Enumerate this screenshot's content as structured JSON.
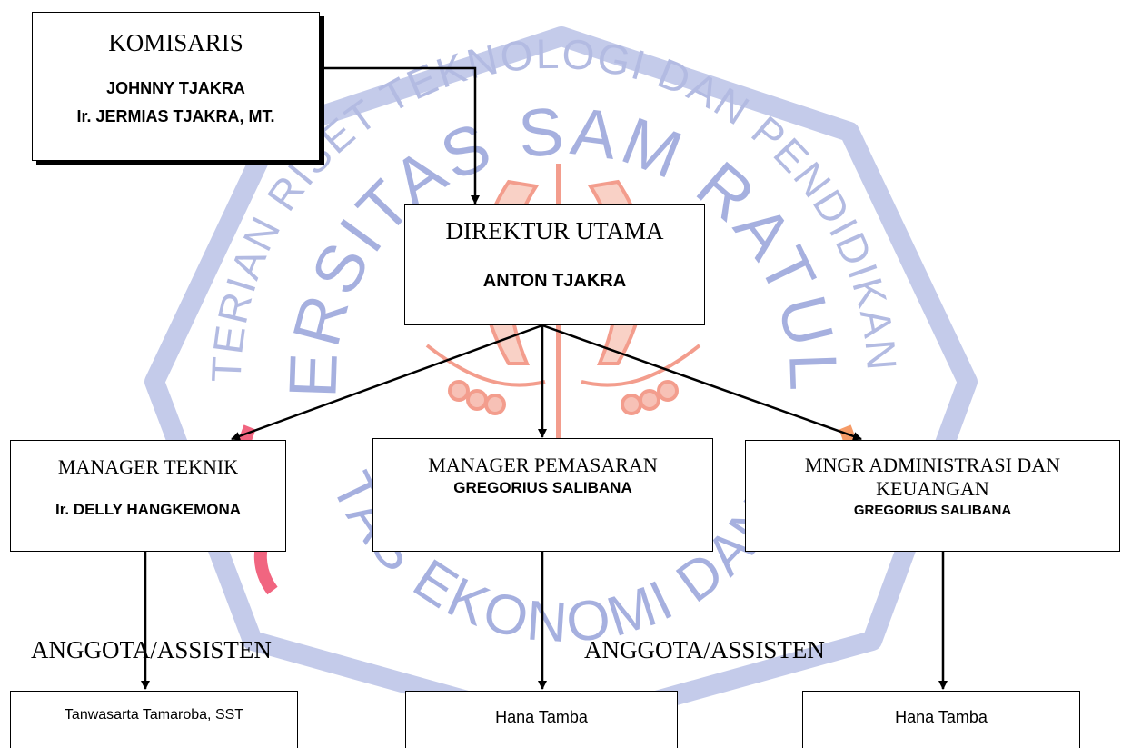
{
  "watermark": {
    "text_top": "KEMENTERIAN RISET TEKNOLOGI DAN PENDIDIKAN TINGGI",
    "text_middle": "UNIVERSITAS SAM RATULANGI",
    "text_bottom": "FAKULTAS EKONOMI DAN BISNIS",
    "color_text": "#9aa6d8",
    "color_frame": "#c4cbea",
    "color_emblem": "#f28d7a"
  },
  "komisaris": {
    "title": "KOMISARIS",
    "names": [
      "JOHNNY  TJAKRA",
      "Ir. JERMIAS TJAKRA, MT."
    ]
  },
  "direktur": {
    "title": "DIREKTUR UTAMA",
    "name": "ANTON  TJAKRA"
  },
  "managers": [
    {
      "title": "MANAGER TEKNIK",
      "name": "Ir. DELLY HANGKEMONA"
    },
    {
      "title": "MANAGER PEMASARAN",
      "name": "GREGORIUS SALIBANA"
    },
    {
      "title_line1": "MNGR ADMINISTRASI DAN",
      "title_line2": "KEUANGAN",
      "name": "GREGORIUS SALIBANA"
    }
  ],
  "labels": [
    "ANGGOTA/ASSISTEN",
    "ANGGOTA/ASSISTEN"
  ],
  "members": [
    "Tanwasarta Tamaroba, SST",
    "Hana Tamba",
    "Hana Tamba"
  ]
}
